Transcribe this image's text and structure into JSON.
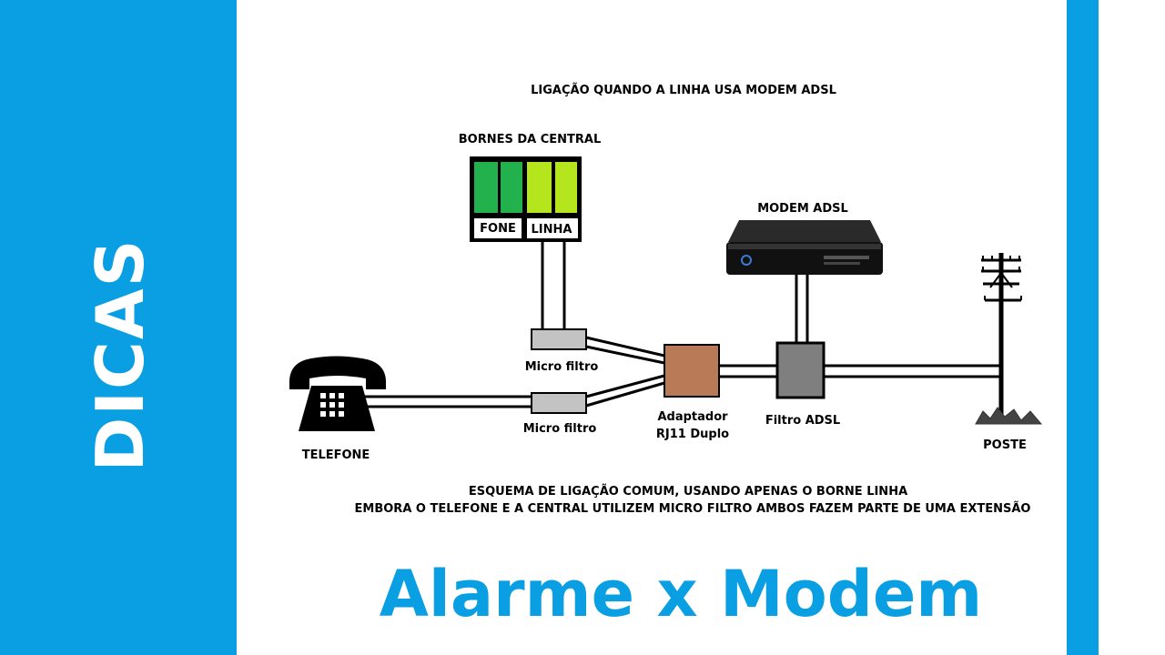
{
  "sidebar": {
    "label": "DICAS"
  },
  "diagram": {
    "title": "LIGAÇÃO QUANDO A LINHA USA MODEM ADSL",
    "central": {
      "label": "BORNES DA CENTRAL",
      "terminal_fone": "FONE",
      "terminal_linha": "LINHA"
    },
    "modem": {
      "label": "MODEM ADSL"
    },
    "micro_filter_top": {
      "label": "Micro filtro"
    },
    "micro_filter_bottom": {
      "label": "Micro filtro"
    },
    "adapter": {
      "label_line1": "Adaptador",
      "label_line2": "RJ11 Duplo"
    },
    "adsl_filter": {
      "label": "Filtro ADSL"
    },
    "telephone": {
      "label": "TELEFONE"
    },
    "pole": {
      "label": "POSTE"
    },
    "note_line1": "ESQUEMA DE LIGAÇÃO COMUM, USANDO APENAS O BORNE LINHA",
    "note_line2": "EMBORA O TELEFONE E A CENTRAL UTILIZEM MICRO FILTRO AMBOS FAZEM PARTE DE UMA EXTENSÃO"
  },
  "footer": {
    "title": "Alarme x Modem"
  },
  "colors": {
    "brand_blue": "#0a9fe3",
    "borne_green": "#22b14c",
    "borne_lime": "#b5e61d",
    "adapter_brown": "#b97a57",
    "filter_gray": "#7f7f7f",
    "micro_filter_gray": "#c3c3c3"
  }
}
